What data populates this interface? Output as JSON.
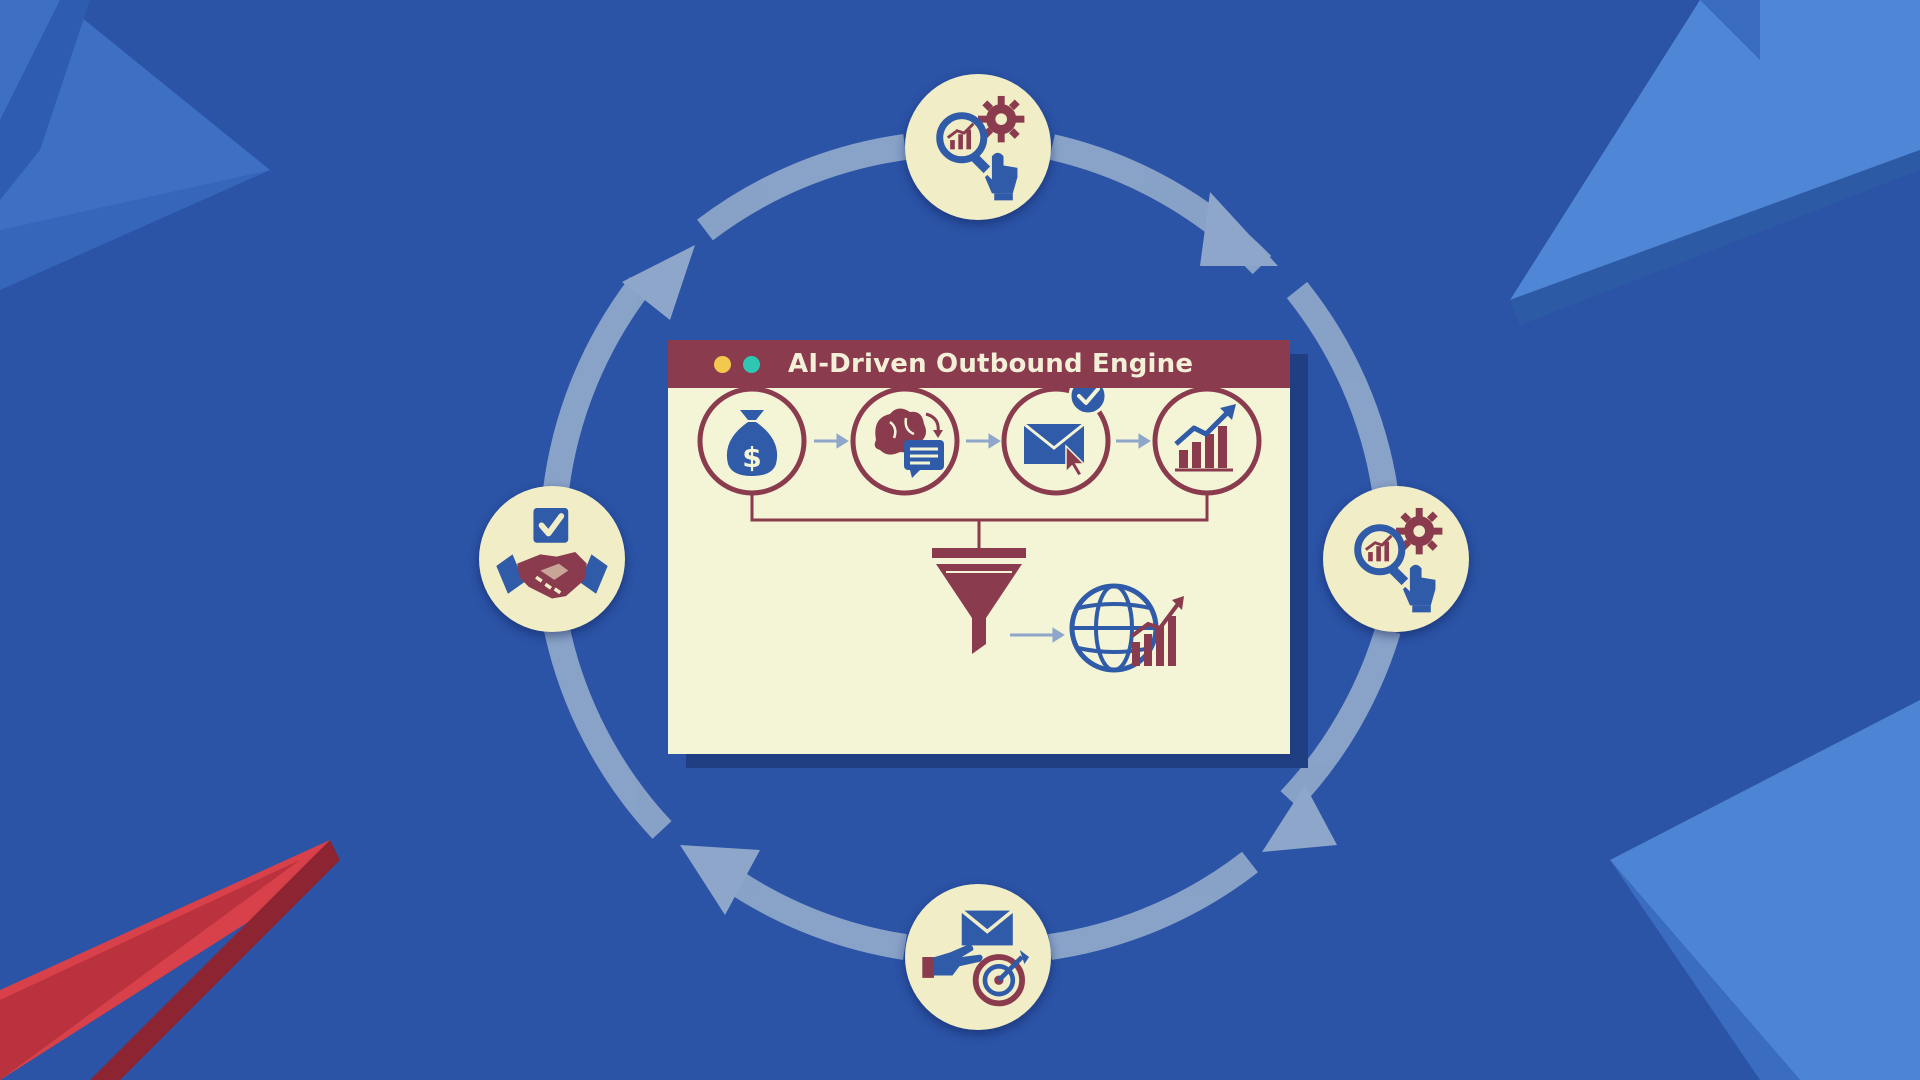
{
  "window": {
    "title": "AI-Driven Outbound Engine",
    "controls": [
      "yellow-dot",
      "teal-dot"
    ]
  },
  "pipeline_steps": [
    "money-bag-icon",
    "brain-message-icon",
    "email-check-icon",
    "growth-chart-icon"
  ],
  "pipeline_outputs": [
    "funnel-icon",
    "globe-growth-icon"
  ],
  "cycle_nodes": {
    "top": "analytics-gear-icon",
    "right": "analytics-gear-icon",
    "bottom": "email-target-icon",
    "left": "handshake-check-icon"
  },
  "colors": {
    "background": "#2b53a6",
    "cream": "#f1edc6",
    "maroon": "#8a3b4e",
    "blue_icon": "#2f5ba8",
    "arrow_ring": "#8da6c9",
    "accent_red": "#d8404a",
    "accent_light_blue": "#4f86d6"
  }
}
